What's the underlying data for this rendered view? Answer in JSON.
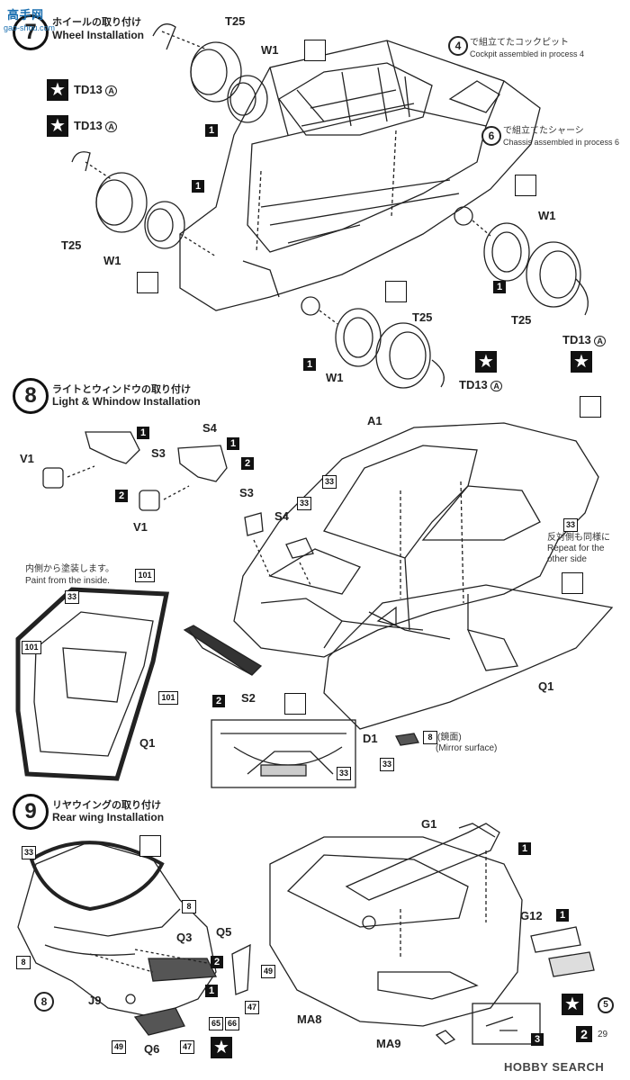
{
  "step7": {
    "number": "7",
    "title_ja": "ホイールの取り付け",
    "title_en": "Wheel Installation",
    "note4_num": "4",
    "note4_ja": "で組立てたコックピット",
    "note4_en": "Cockpit assembled in process 4",
    "note6_num": "6",
    "note6_ja": "で組立てたシャーシ",
    "note6_en": "Chassis assembled in process 6",
    "tire": "T25",
    "wheel": "W1",
    "decal": "TD13",
    "decal_suffix": "A",
    "sprue": "1"
  },
  "step8": {
    "number": "8",
    "title_ja": "ライトとウィンドウの取り付け",
    "title_en": "Light & Whindow Installation",
    "parts": {
      "V1": "V1",
      "S3": "S3",
      "S4": "S4",
      "S2": "S2",
      "A1": "A1",
      "Q1": "Q1",
      "D1": "D1"
    },
    "inside_ja": "内側から塗装します。",
    "inside_en": "Paint from the inside.",
    "repeat_ja": "反対側も同様に",
    "repeat_en1": "Repeat for the",
    "repeat_en2": "other side",
    "mirror_ja": "(鏡面)",
    "mirror_en": "(Mirror surface)",
    "colors": {
      "c33": "33",
      "c101": "101",
      "c8": "8"
    },
    "sprues": {
      "s1": "1",
      "s2": "2"
    }
  },
  "step9": {
    "number": "9",
    "title_ja": "リヤウイングの取り付け",
    "title_en": "Rear wing Installation",
    "parts": {
      "G1": "G1",
      "G12": "G12",
      "Q3": "Q3",
      "Q5": "Q5",
      "Q6": "Q6",
      "J9": "J9",
      "MA8": "MA8",
      "MA9": "MA9"
    },
    "colors": {
      "c33": "33",
      "c8": "8",
      "c49": "49",
      "c47": "47",
      "c65": "65",
      "c66": "66",
      "c5": "5",
      "c29": "29"
    },
    "sprues": {
      "s1": "1",
      "s2": "2",
      "s3": "3"
    }
  },
  "watermark_left": "高手网",
  "watermark_left_url": "gao-shou.com",
  "watermark_right": "HOBBY SEARCH"
}
